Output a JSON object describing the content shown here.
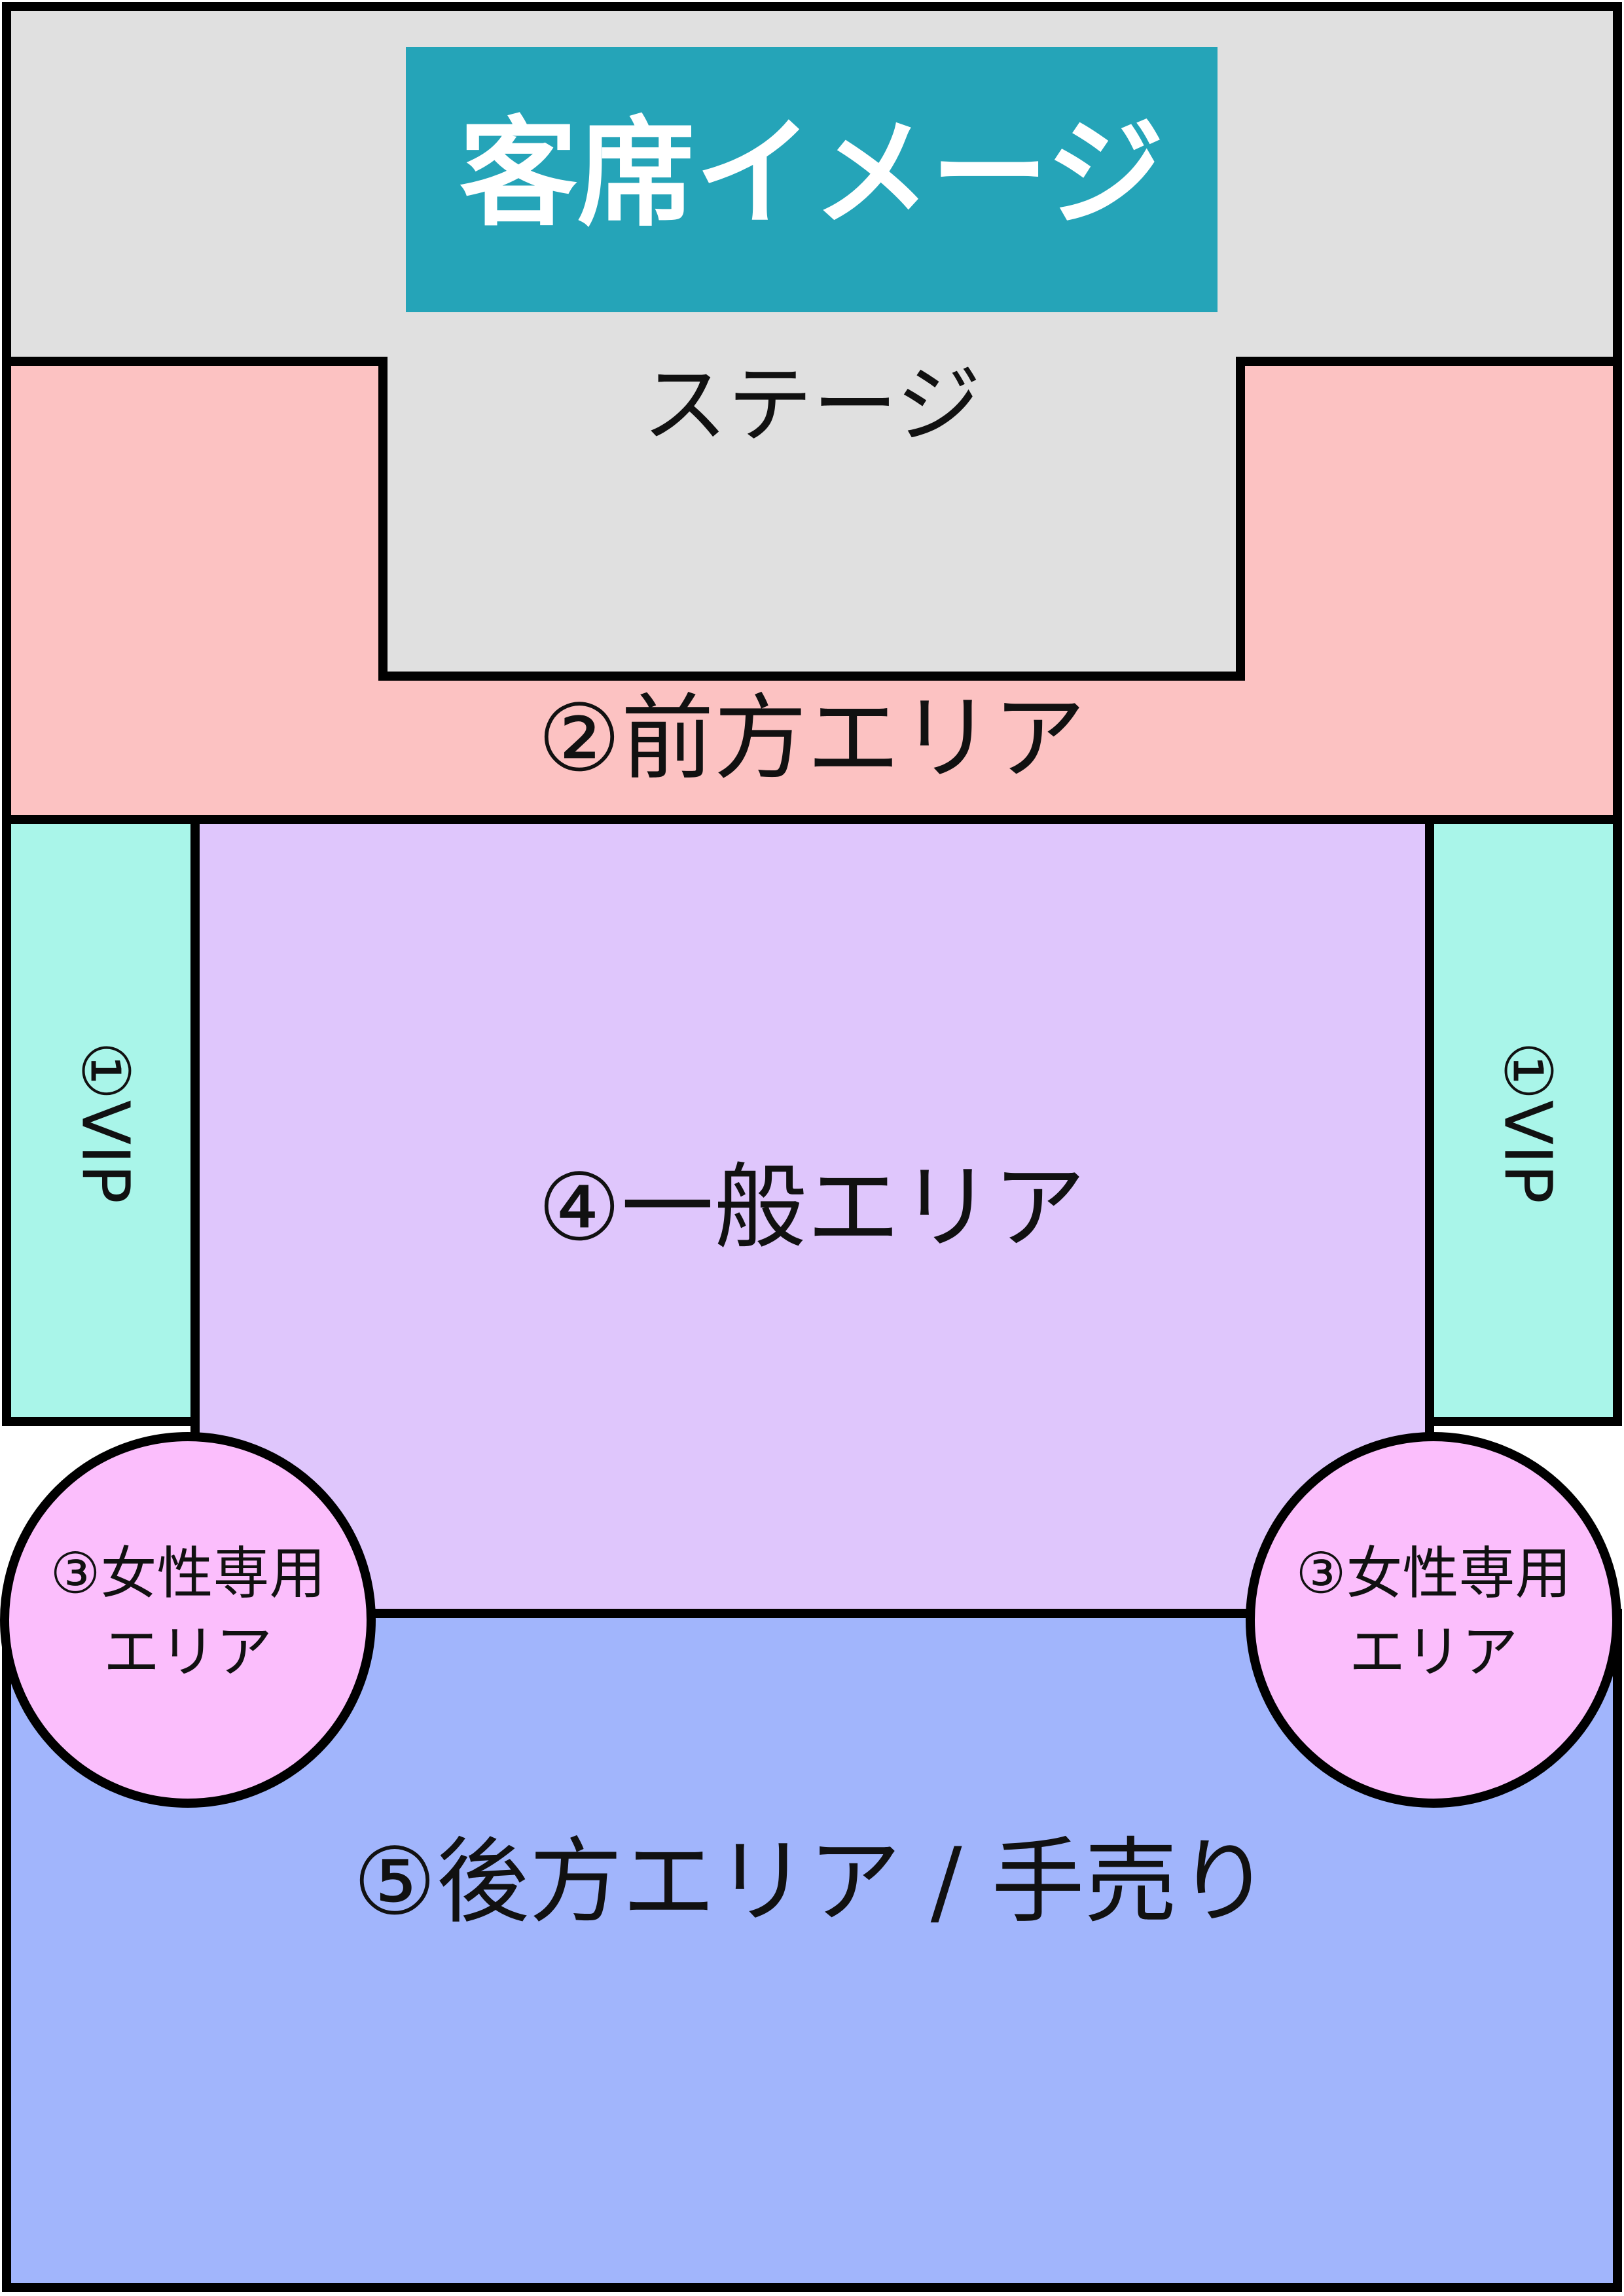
{
  "title": "客席イメージ",
  "areas": {
    "stage": "ステージ",
    "front": "②前方エリア",
    "vip_left": "①VIP",
    "vip_right": "①VIP",
    "general": "④一般エリア",
    "women_left_line1": "③女性専用",
    "women_left_line2": "エリア",
    "women_right_line1": "③女性専用",
    "women_right_line2": "エリア",
    "rear": "⑤後方エリア / 手売り"
  },
  "colors": {
    "stage": "#e0e0e0",
    "title_box": "#25a4b8",
    "front": "#fcc2c2",
    "vip": "#a9f5e9",
    "general": "#dfc6fc",
    "women": "#fbbefc",
    "rear": "#a1b5fc",
    "outline": "#000000"
  }
}
